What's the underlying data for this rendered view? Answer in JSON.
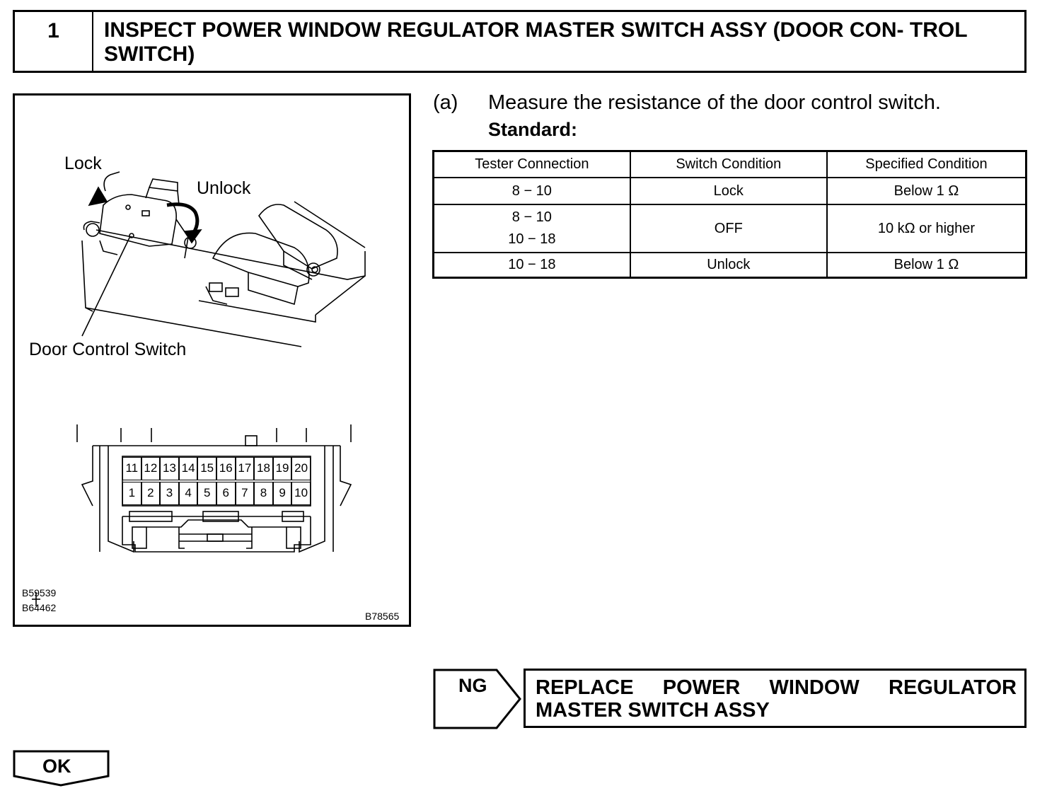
{
  "step": {
    "number": "1",
    "title": "INSPECT POWER WINDOW REGULATOR MASTER SWITCH ASSY (DOOR CON- TROL SWITCH)"
  },
  "figure": {
    "lock_label": "Lock",
    "unlock_label": "Unlock",
    "switch_label": "Door Control Switch",
    "pins_top": [
      "11",
      "12",
      "13",
      "14",
      "15",
      "16",
      "17",
      "18",
      "19",
      "20"
    ],
    "pins_bottom": [
      "1",
      "2",
      "3",
      "4",
      "5",
      "6",
      "7",
      "8",
      "9",
      "10"
    ],
    "code_1": "B59539",
    "code_2": "B64462",
    "code_main": "B78565"
  },
  "instruction": {
    "marker": "(a)",
    "text": "Measure the resistance of the door control switch.",
    "standard_label": "Standard:"
  },
  "spec_table": {
    "headers": [
      "Tester Connection",
      "Switch Condition",
      "Specified Condition"
    ],
    "rows": [
      {
        "connection": [
          "8 − 10"
        ],
        "condition": "Lock",
        "specified": "Below 1 Ω"
      },
      {
        "connection": [
          "8 − 10",
          "10 − 18"
        ],
        "condition": "OFF",
        "specified": "10 kΩ or higher"
      },
      {
        "connection": [
          "10 − 18"
        ],
        "condition": "Unlock",
        "specified": "Below 1 Ω"
      }
    ]
  },
  "results": {
    "ng_label": "NG",
    "ng_action_line1": "REPLACE POWER WINDOW REGULATOR",
    "ng_action_line2": "MASTER SWITCH ASSY",
    "ok_label": "OK"
  }
}
